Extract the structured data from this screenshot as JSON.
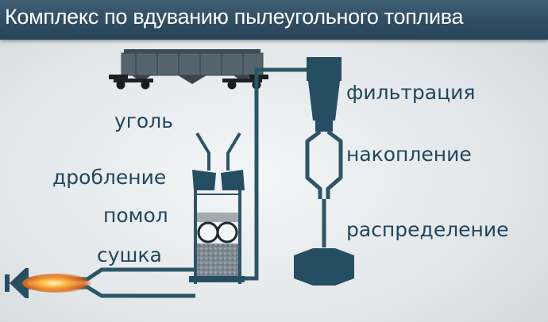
{
  "title": "Комплекс по вдуванию пылеугольного топлива",
  "labels": {
    "coal": "уголь",
    "crushing": "дробление",
    "grinding": "помол",
    "drying": "сушка",
    "filtration": "фильтрация",
    "storage": "накопление",
    "distribution": "распределение"
  },
  "colors": {
    "header": "#2f4d62",
    "pipe": "#2c5568",
    "equipment": "#264e63",
    "text": "#21475c",
    "flame": "#f08a24"
  },
  "icons": [
    "hopper-wagon-icon",
    "burner-flame-icon",
    "grinding-rollers-icon"
  ]
}
